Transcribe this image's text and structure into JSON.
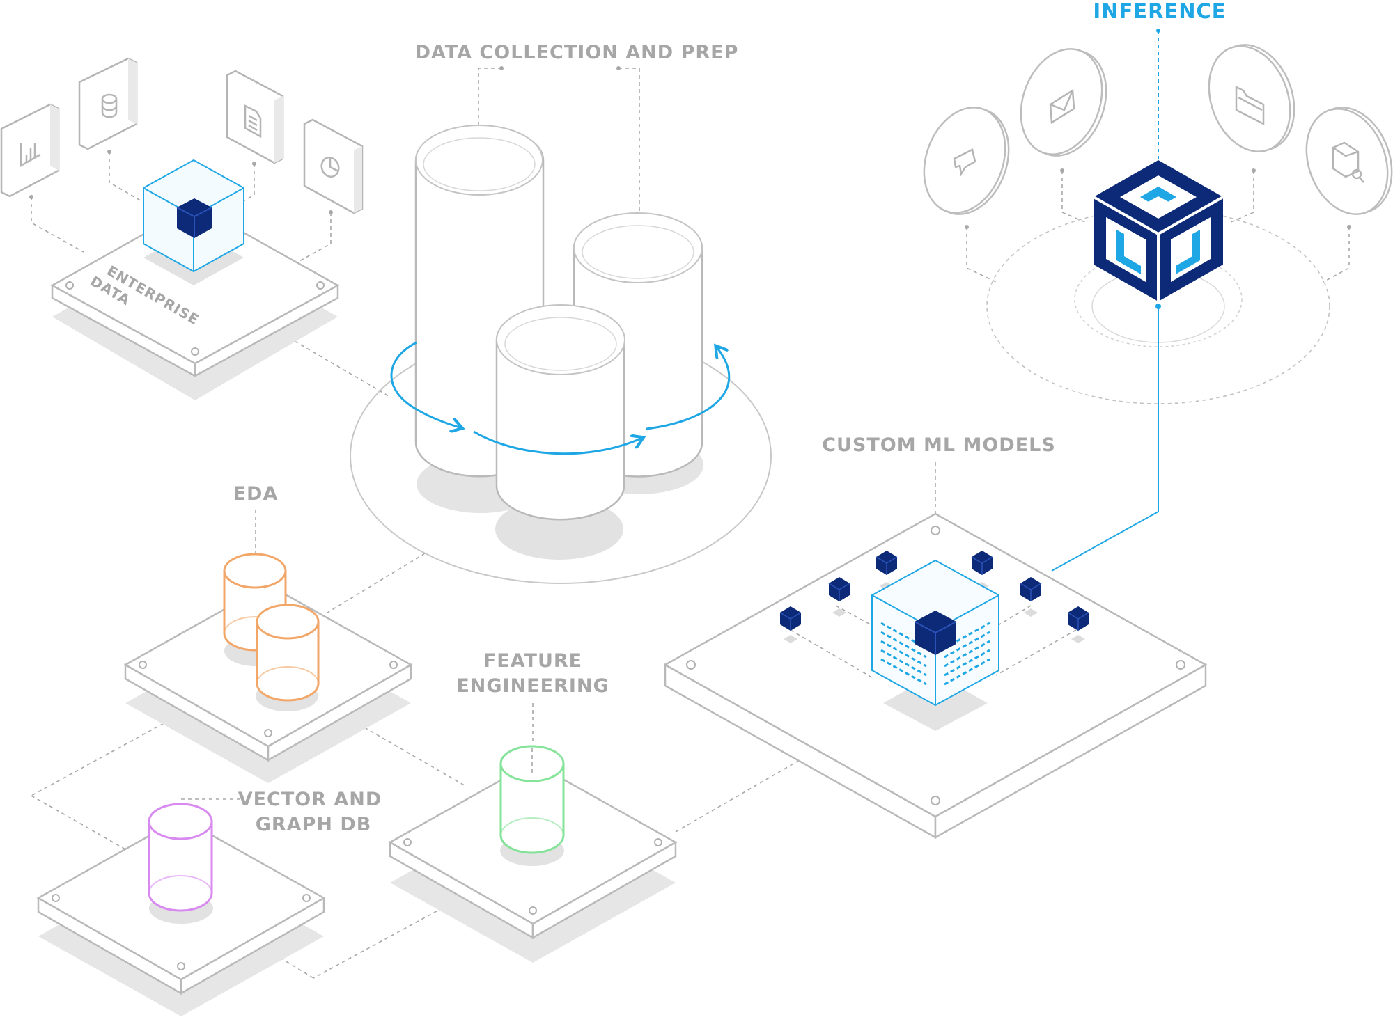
{
  "labels": {
    "inference": "INFERENCE",
    "data_collection": "DATA COLLECTION AND PREP",
    "enterprise_line1": "ENTERPRISE",
    "enterprise_line2": "DATA",
    "custom_ml": "CUSTOM ML MODELS",
    "eda": "EDA",
    "feature_line1": "FEATURE",
    "feature_line2": "ENGINEERING",
    "vector_line1": "VECTOR AND",
    "vector_line2": "GRAPH DB"
  },
  "colors": {
    "accent_blue": "#1ea7e4",
    "navy": "#0d2a78",
    "label_gray": "#a6a6a6",
    "orange": "#f2a668",
    "green": "#86e39a",
    "purple": "#d88af0"
  },
  "icons": {
    "enterprise_cards": [
      "bar-chart-icon",
      "database-icon",
      "document-icon",
      "pie-chart-icon"
    ],
    "inference_discs": [
      "chat-icon",
      "mail-icon",
      "folder-icon",
      "package-search-icon"
    ]
  }
}
